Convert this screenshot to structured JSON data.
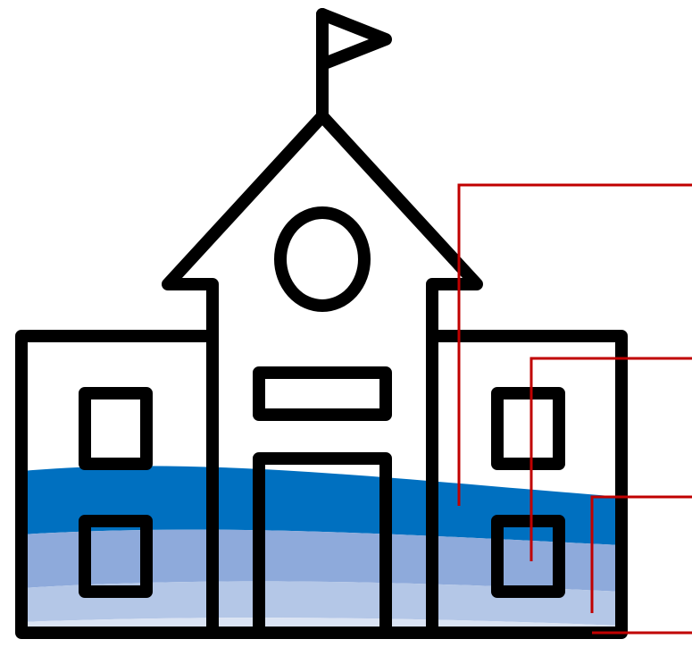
{
  "illustration": {
    "subject": "school-building",
    "icons": [
      "school-building-icon",
      "flag-icon",
      "round-window-icon",
      "window-icon",
      "door-icon",
      "sign-icon"
    ]
  },
  "water_levels": [
    {
      "name": "level-1",
      "color": "#0070c0"
    },
    {
      "name": "level-2",
      "color": "#8eaadb"
    },
    {
      "name": "level-3",
      "color": "#b4c7e7"
    },
    {
      "name": "level-4",
      "color": "#dae3f3"
    }
  ],
  "callouts": {
    "count": 4,
    "color": "#c00000"
  },
  "colors": {
    "outline": "#000000",
    "background": "#ffffff"
  }
}
